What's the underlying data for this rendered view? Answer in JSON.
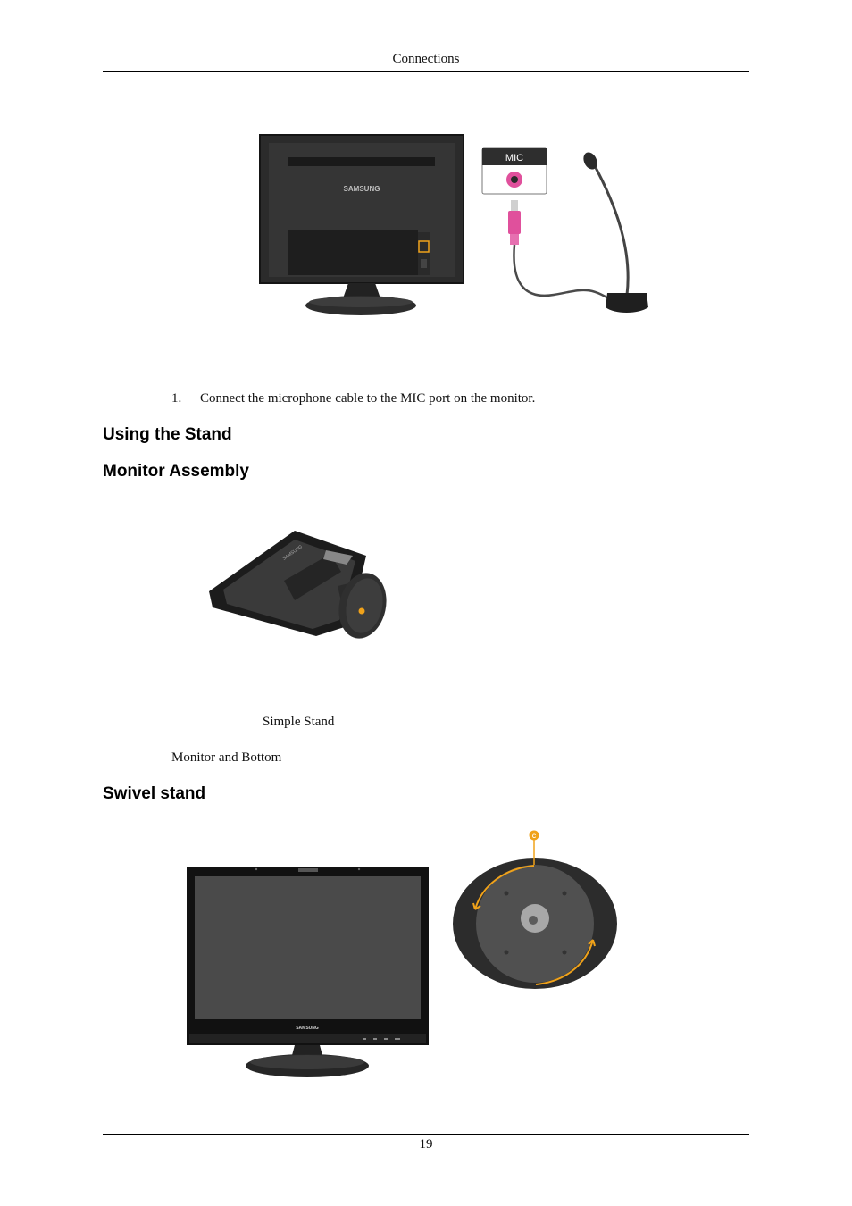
{
  "header": {
    "title": "Connections"
  },
  "figure_mic": {
    "port_label": "MIC",
    "brand": "SAMSUNG"
  },
  "steps": [
    {
      "number": "1.",
      "text": "Connect the microphone cable to the MIC port on the monitor."
    }
  ],
  "sections": {
    "using_stand": "Using the Stand",
    "monitor_assembly": "Monitor Assembly",
    "swivel_stand": "Swivel stand"
  },
  "figure_assembly": {
    "brand": "SAMSUNG"
  },
  "captions": {
    "simple_stand": "Simple Stand",
    "monitor_bottom": "Monitor and Bottom"
  },
  "figure_swivel": {
    "brand": "SAMSUNG",
    "marker": "C"
  },
  "footer": {
    "page_number": "19"
  },
  "colors": {
    "accent_orange": "#f0a21a",
    "mic_pink": "#e0509c"
  }
}
